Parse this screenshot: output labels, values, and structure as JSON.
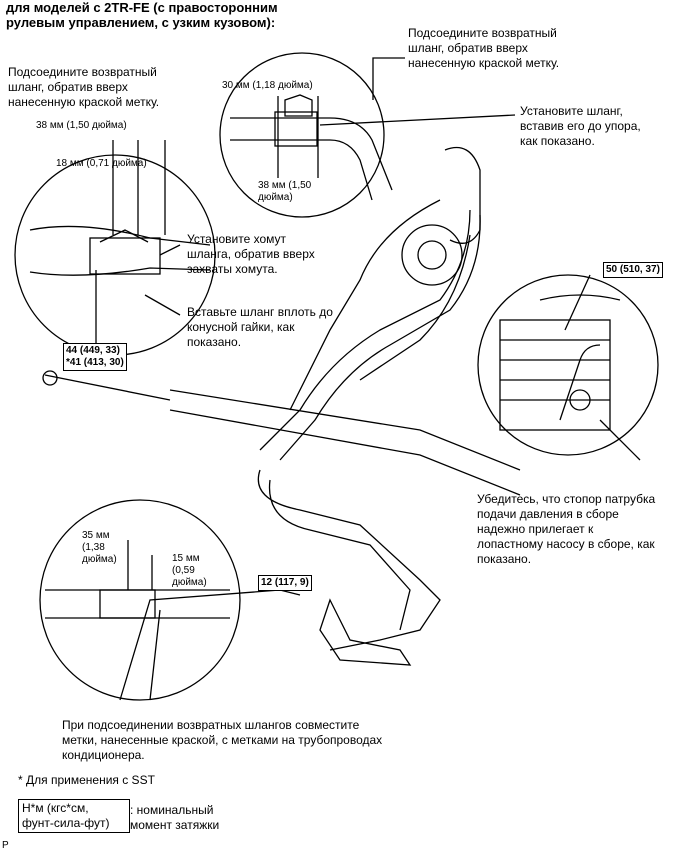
{
  "header": {
    "title": "для моделей с 2TR-FE (с правосторонним\nрулевым управлением, с узким кузовом):"
  },
  "callouts": {
    "top_center_note": "Подсоедините возвратный\nшланг, обратив вверх\nнанесенную краской метку.",
    "top_left_note": "Подсоедините возвратный\nшланг, обратив вверх\nнанесенную краской метку.",
    "install_hose_note": "Установите шланг,\nвставив его до упора,\nкак показано.",
    "clamp_note": "Установите хомут\nшланга, обратив вверх\nзахваты хомута.",
    "insert_hose_note": "Вставьте шланг вплоть до\nконусной гайки, как\nпоказано.",
    "check_stopper_note": "Убедитесь, что стопор патрубка\nподачи давления в сборе\nнадежно прилегает к\nлопастному насосу в сборе, как\nпоказано.",
    "align_marks_note": "При подсоединении возвратных шлангов совместите\nметки, нанесенные краской, с метками на трубопроводах\nкондиционера."
  },
  "dimensions": {
    "d38_top": "38 мм (1,50 дюйма)",
    "d18": "18 мм (0,71 дюйма)",
    "d30": "30 мм (1,18 дюйма)",
    "d38_bottom": "38 мм (1,50\nдюйма)",
    "d35": "35 мм\n(1,38\nдюйма)",
    "d15": "15 мм\n(0,59\nдюйма)"
  },
  "torques": {
    "t44": "44 (449, 33)\n*41 (413, 30)",
    "t50": "50 (510, 37)",
    "t12": "12 (117, 9)"
  },
  "footer": {
    "sst_note": "* Для применения с SST",
    "legend_box": "Н*м (кгс*см,\nфунт-сила-фут)",
    "legend_desc": ": номинальный\nмомент затяжки",
    "corner_mark": "P"
  }
}
